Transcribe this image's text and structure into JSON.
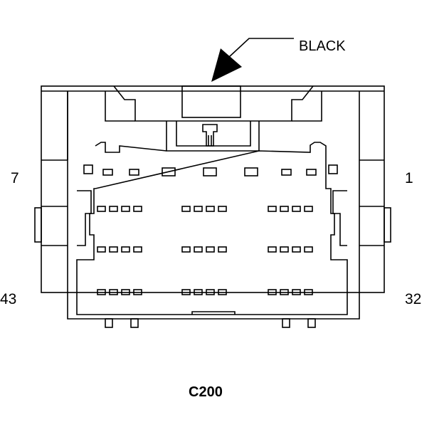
{
  "diagram": {
    "color_label": "BLACK",
    "connector_id": "C200",
    "pin_labels": {
      "top_left": "7",
      "top_right": "1",
      "bottom_left": "43",
      "bottom_right": "32"
    },
    "colors": {
      "line": "#000000",
      "background": "#ffffff"
    }
  }
}
